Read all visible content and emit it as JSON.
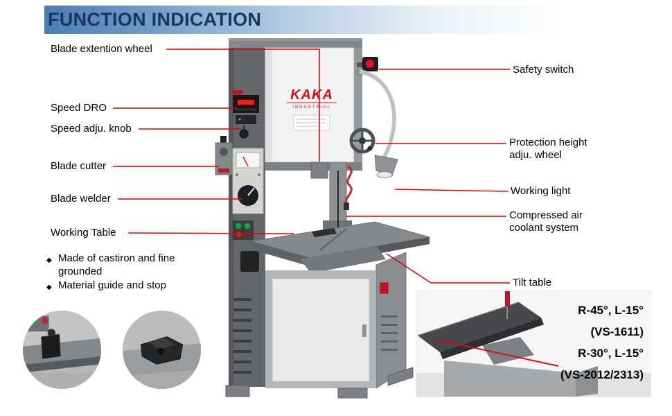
{
  "header": {
    "title": "FUNCTION INDICATION"
  },
  "machine": {
    "brand": "KAKA",
    "brand_sub": "INDUSTRIAL"
  },
  "labels": {
    "bullet": "◆",
    "left": [
      {
        "text": "Blade extention wheel"
      },
      {
        "text": "Speed DRO"
      },
      {
        "text": "Speed adju. knob"
      },
      {
        "text": "Blade cutter"
      },
      {
        "text": "Blade welder"
      },
      {
        "text": "Working Table"
      }
    ],
    "right": [
      {
        "text": "Safety switch"
      },
      {
        "text": "Protection height adju. wheel"
      },
      {
        "text": "Working light"
      },
      {
        "text": "Compressed air coolant system"
      },
      {
        "text": "Tilt table"
      }
    ],
    "features": [
      {
        "text": "Made of castiron and fine grounded"
      },
      {
        "text": "Material guide and stop"
      }
    ]
  },
  "tilt_inset": {
    "lines": [
      "R-45°, L-15°",
      "(VS-1611)",
      "R-30°, L-15°",
      "(VS-2012/2313)"
    ]
  },
  "colors": {
    "leader_red": "#e60000",
    "brand_red": "#d21117",
    "header_text": "#16375f"
  }
}
